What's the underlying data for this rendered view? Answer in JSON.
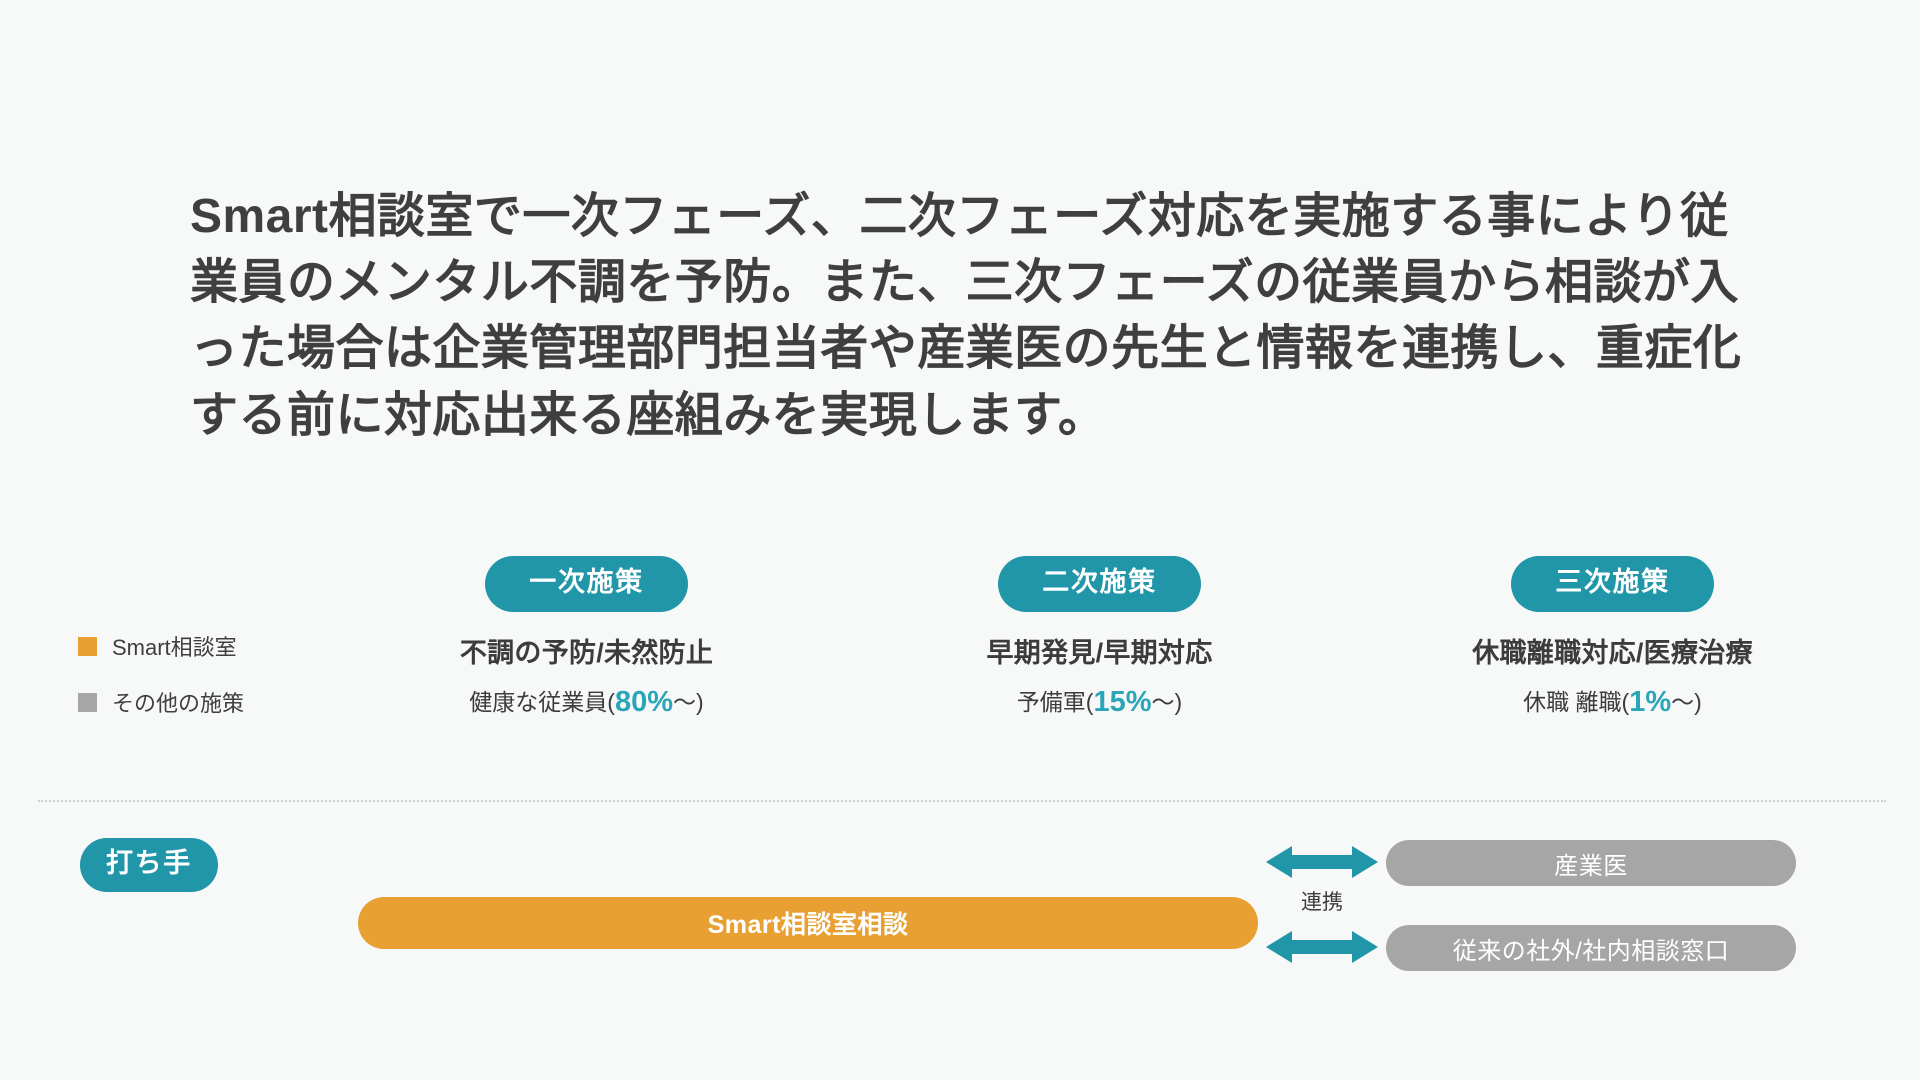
{
  "headline": "Smart相談室で一次フェーズ、二次フェーズ対応を実施する事により従業員のメンタル不調を予防。また、三次フェーズの従業員から相談が入った場合は企業管理部門担当者や産業医の先生と情報を連携し、重症化する前に対応出来る座組みを実現します。",
  "colors": {
    "teal": "#2196a8",
    "teal_text": "#2aa6b8",
    "orange": "#e8a033",
    "gray": "#a6a6a6",
    "background": "#f7f8f8",
    "text": "#3c3c3c",
    "divider": "#cfd2d2"
  },
  "legend": {
    "items": [
      {
        "label": "Smart相談室",
        "color": "#e8a033",
        "swatch": "orange-square-swatch"
      },
      {
        "label": "その他の施策",
        "color": "#a6a6a6",
        "swatch": "gray-square-swatch"
      }
    ]
  },
  "phases": [
    {
      "badge": "一次施策",
      "title": "不調の予防/未然防止",
      "sub_prefix": "健康な従業員(",
      "sub_value": "80%",
      "sub_suffix": "〜)"
    },
    {
      "badge": "二次施策",
      "title": "早期発見/早期対応",
      "sub_prefix": "予備軍(",
      "sub_value": "15%",
      "sub_suffix": "〜)"
    },
    {
      "badge": "三次施策",
      "title": "休職離職対応/医療治療",
      "sub_prefix": "休職 離職(",
      "sub_value": "1%",
      "sub_suffix": "〜)"
    }
  ],
  "measures": {
    "badge": "打ち手",
    "smart_bar": "Smart相談室相談",
    "link_label": "連携",
    "other_bars": [
      "産業医",
      "従来の社外/社内相談窓口"
    ]
  }
}
